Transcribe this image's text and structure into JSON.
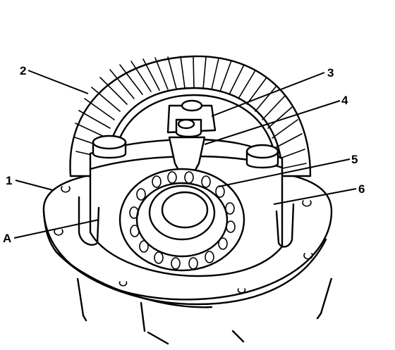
{
  "diagram": {
    "callouts": [
      {
        "id": "c1",
        "label": "1"
      },
      {
        "id": "c2",
        "label": "2"
      },
      {
        "id": "c3",
        "label": "3"
      },
      {
        "id": "c4",
        "label": "4"
      },
      {
        "id": "c5",
        "label": "5"
      },
      {
        "id": "c6",
        "label": "6"
      },
      {
        "id": "cA",
        "label": "A"
      }
    ],
    "colors": {
      "ink": "#000000",
      "paper": "#ffffff"
    }
  }
}
